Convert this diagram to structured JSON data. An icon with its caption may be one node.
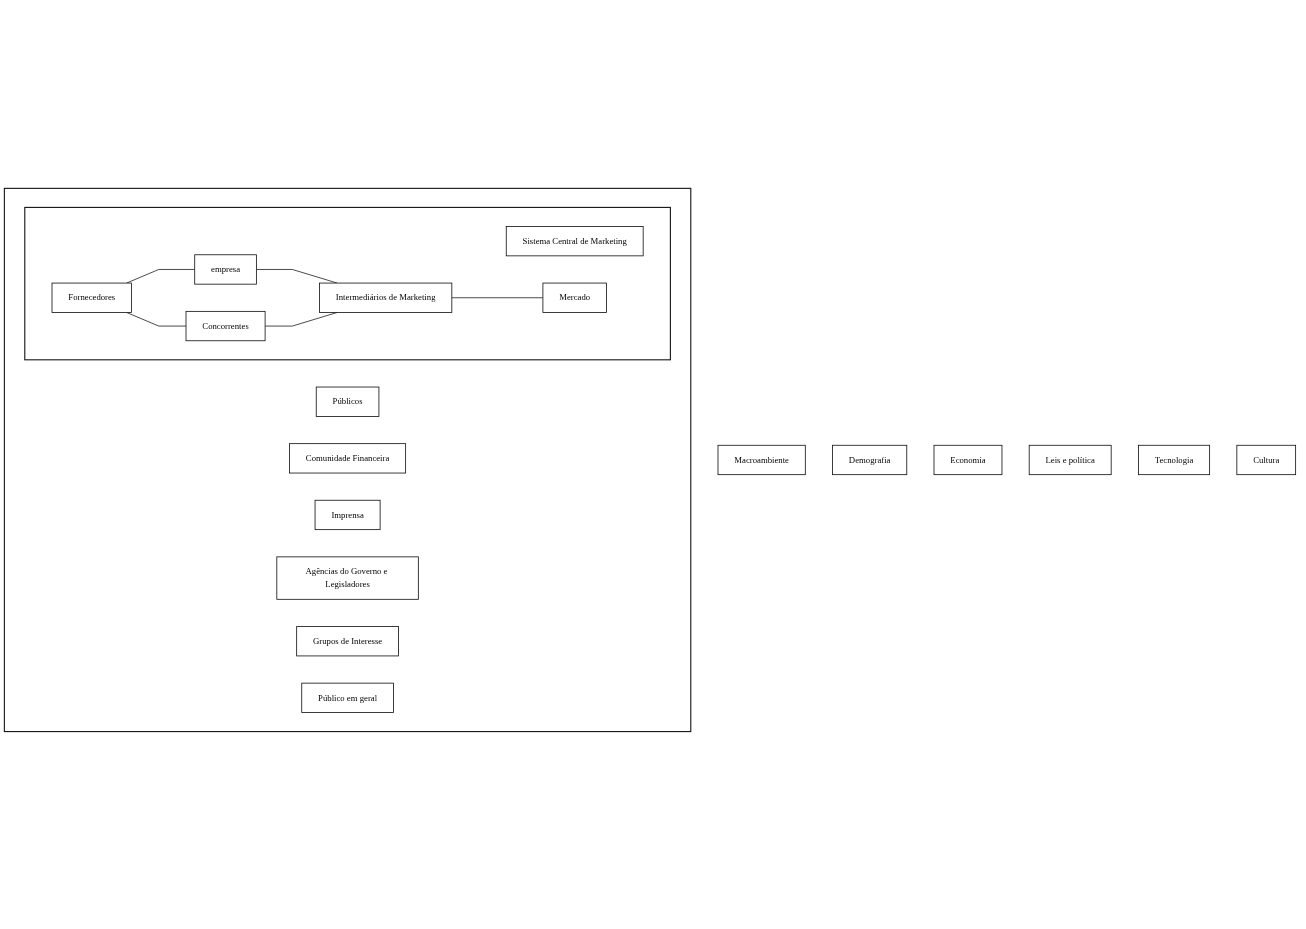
{
  "diagram": {
    "nodes": [
      {
        "text": [],
        "shape": "box"
      },
      {
        "text": [],
        "shape": "box",
        "in": 0
      },
      {
        "text": [
          "Sistema Central de Marketing"
        ],
        "in": 1
      },
      {
        "text": [
          "Fornecedores"
        ],
        "in": 1
      },
      {
        "text": [
          "empresa"
        ],
        "in": 1
      },
      {
        "text": [
          "Concorrentes"
        ],
        "in": 1
      },
      {
        "text": [
          "Intermediários de Marketing"
        ],
        "in": 1
      },
      {
        "text": [
          "Mercado"
        ],
        "in": 1
      },
      {
        "text": [
          "Públicos"
        ],
        "in": 0
      },
      {
        "text": [
          "Comunidade Financeira"
        ],
        "in": 0
      },
      {
        "text": [
          "Imprensa"
        ],
        "in": 0
      },
      {
        "text": [
          "Agências do Governo e Legisladores"
        ],
        "in": 0
      },
      {
        "text": [
          "Grupos de Interesse"
        ],
        "in": 0
      },
      {
        "text": [
          "Público em geral"
        ],
        "in": 0
      },
      {
        "text": [
          "Macroambiente"
        ]
      },
      {
        "text": [
          "Demografia"
        ]
      },
      {
        "text": [
          "Economia"
        ]
      },
      {
        "text": [
          "Leis e política"
        ]
      },
      {
        "text": [
          "Tecnologia"
        ]
      },
      {
        "text": [
          "Cultura"
        ]
      }
    ],
    "edges": [
      {
        "from": 3,
        "to": 4,
        "arrow": "none"
      },
      {
        "from": 3,
        "to": 5,
        "arrow": "none"
      },
      {
        "from": 4,
        "to": 6,
        "arrow": "none"
      },
      {
        "from": 5,
        "to": 6,
        "arrow": "none"
      },
      {
        "from": 6,
        "to": 7,
        "arrow": "none"
      }
    ]
  }
}
